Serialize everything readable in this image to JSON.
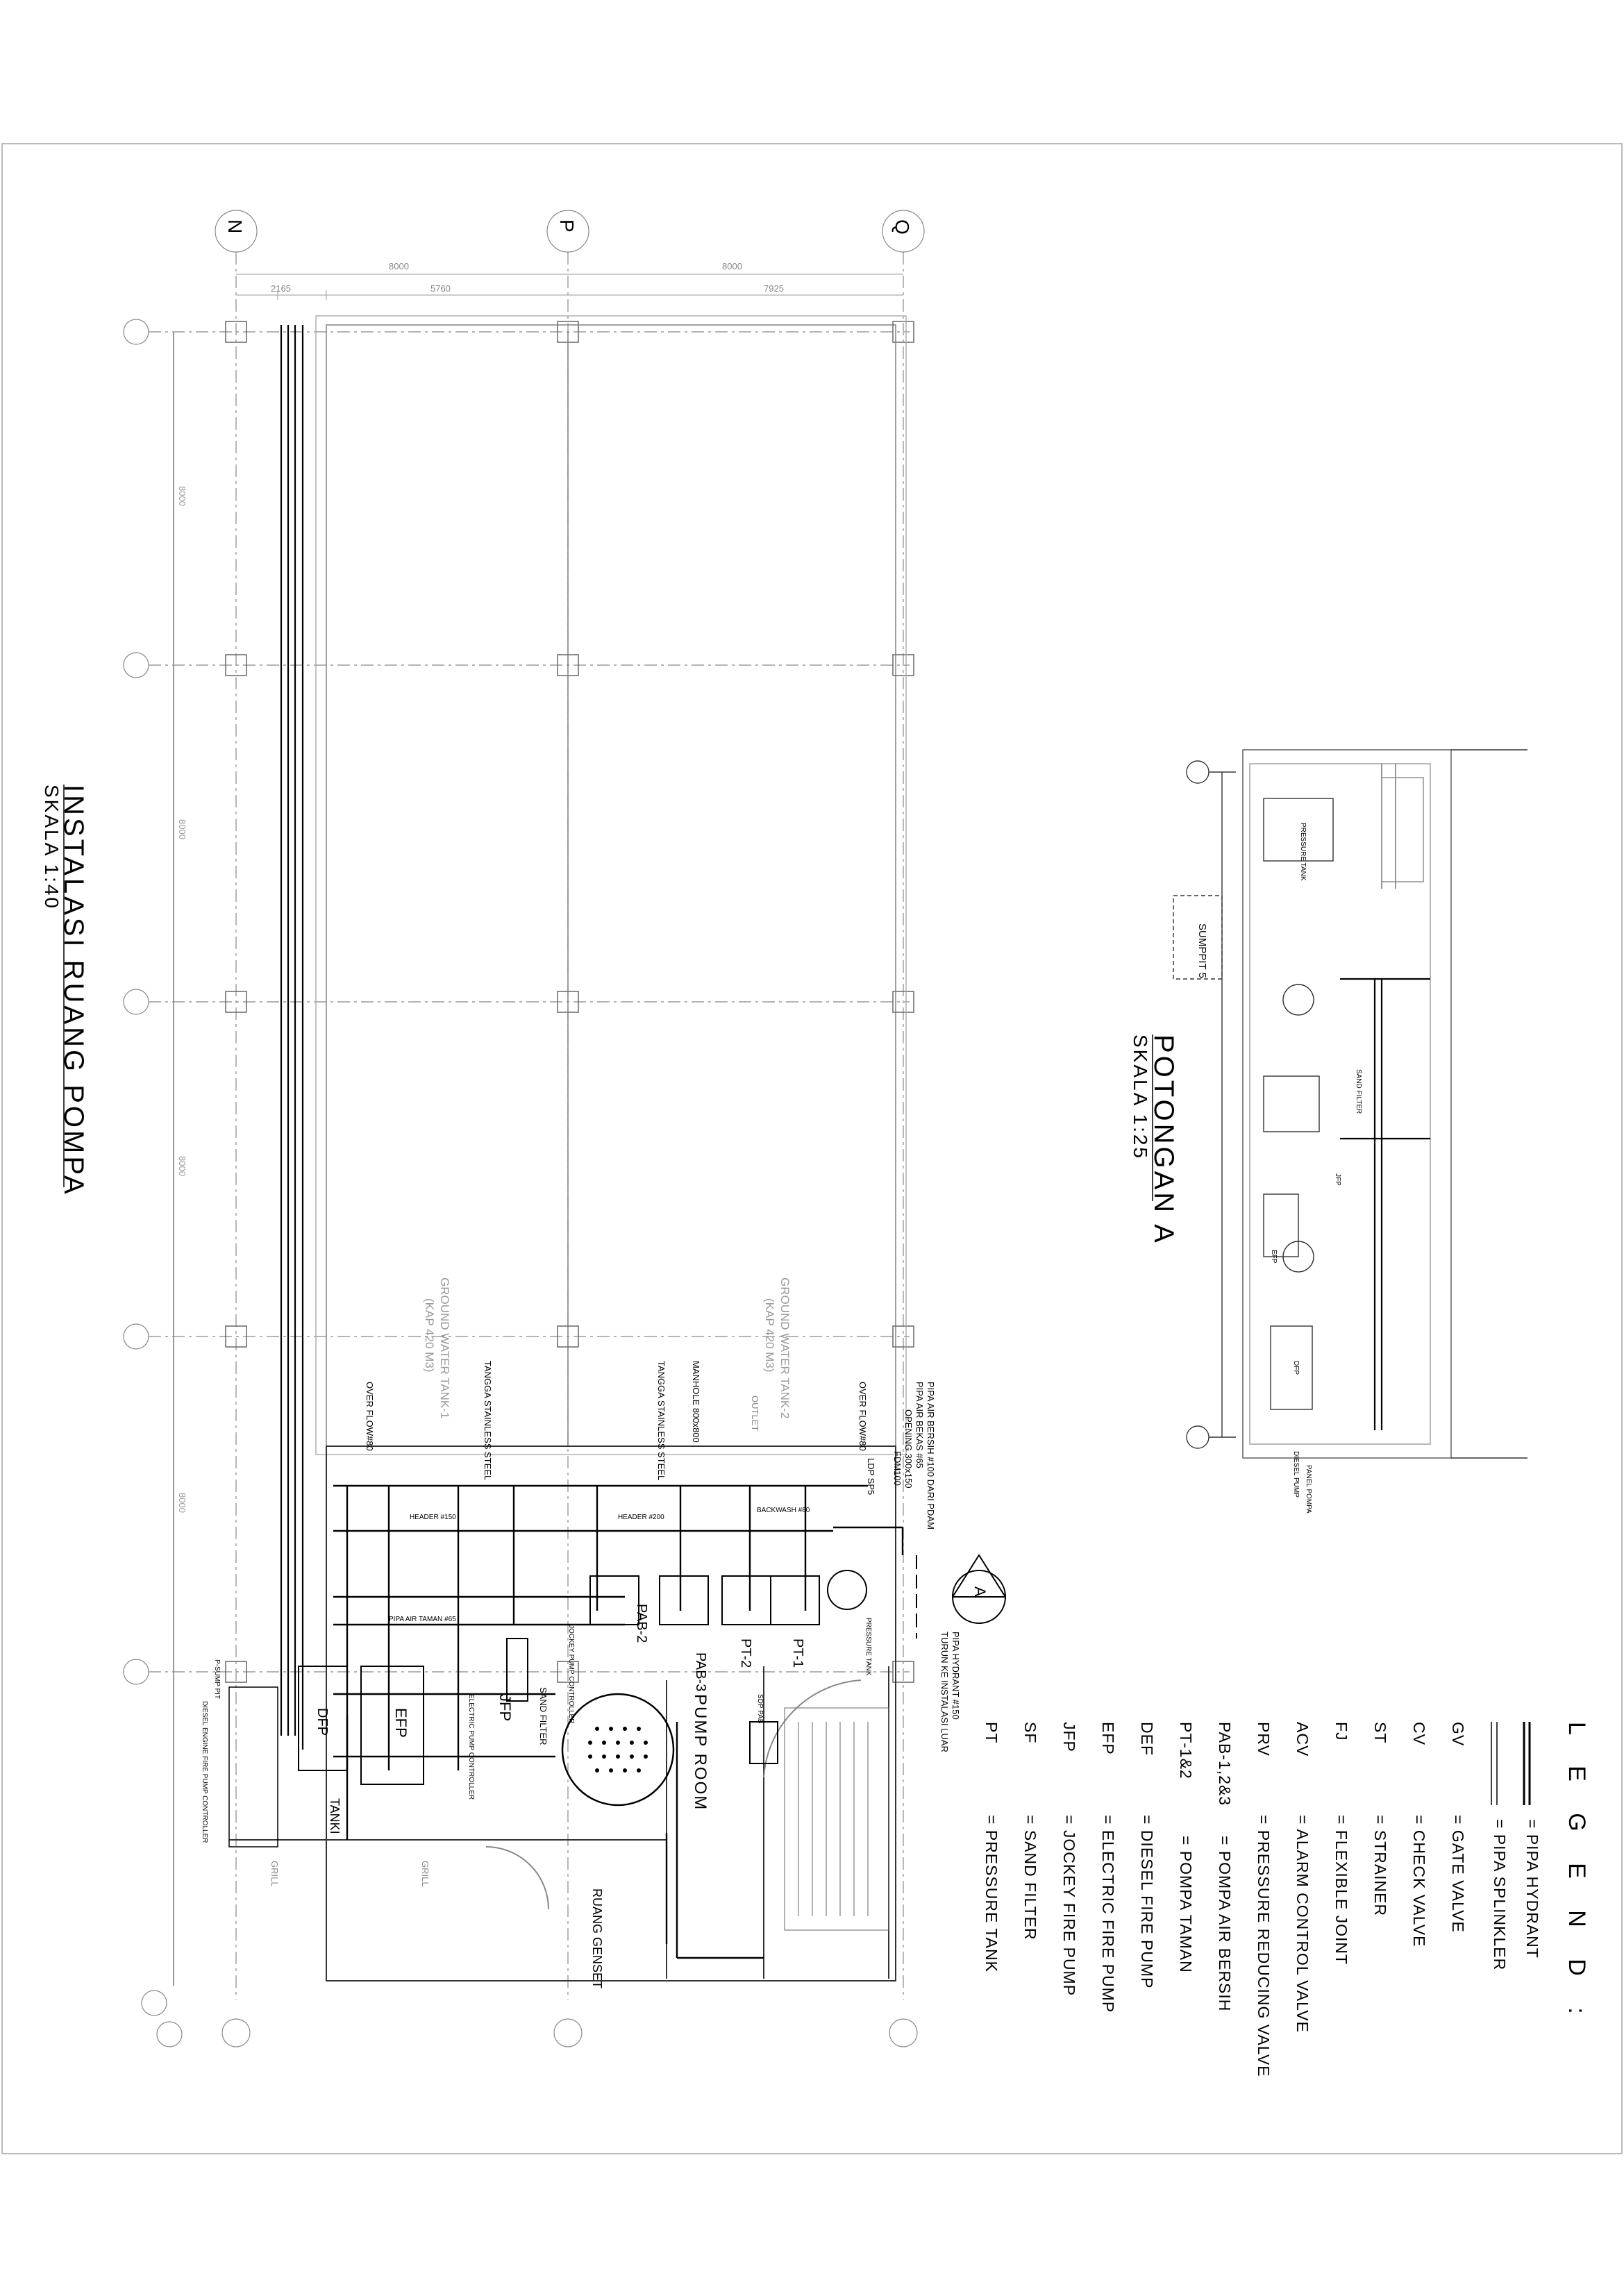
{
  "main_title": "INSTALASI RUANG POMPA",
  "main_scale": "SKALA 1:40",
  "section_title": "POTONGAN A",
  "section_scale": "SKALA 1:25",
  "grid": {
    "cols": [
      "N",
      "P",
      "Q"
    ],
    "dims_top": [
      "8000",
      "8000"
    ],
    "dims_sub": [
      "2165",
      "5760",
      "7925"
    ],
    "dims_side": [
      "8000",
      "8000",
      "8000",
      "8000"
    ]
  },
  "section_marker": "A",
  "legend": {
    "title": "L E G E N D :",
    "items": [
      {
        "sym": "",
        "text": "= PIPA HYDRANT"
      },
      {
        "sym": "",
        "text": "= PIPA SPLINKLER"
      },
      {
        "sym": "GV",
        "text": "= GATE VALVE"
      },
      {
        "sym": "CV",
        "text": "= CHECK VALVE"
      },
      {
        "sym": "ST",
        "text": "= STRAINER"
      },
      {
        "sym": "FJ",
        "text": "= FLEXIBLE JOINT"
      },
      {
        "sym": "ACV",
        "text": "= ALARM CONTROL VALVE"
      },
      {
        "sym": "PRV",
        "text": "= PRESSURE REDUCING VALVE"
      },
      {
        "sym": "PAB-1,2&3",
        "text": "= POMPA AIR BERSIH"
      },
      {
        "sym": "PT-1&2",
        "text": "= POMPA TAMAN"
      },
      {
        "sym": "DEF",
        "text": "= DIESEL FIRE PUMP"
      },
      {
        "sym": "EFP",
        "text": "= ELECTRIC FIRE PUMP"
      },
      {
        "sym": "JFP",
        "text": "= JOCKEY FIRE PUMP"
      },
      {
        "sym": "SF",
        "text": "= SAND FILTER"
      },
      {
        "sym": "PT",
        "text": "= PRESSURE TANK"
      }
    ]
  },
  "plan_labels": {
    "gwt1": "GROUND WATER TANK-1",
    "gwt1_cap": "(KAP 420 M3)",
    "gwt2": "GROUND WATER TANK-2",
    "gwt2_cap": "(KAP 420 M3)",
    "ladder1": "TANGGA STAINLESS STEEL",
    "ladder2": "TANGGA STAINLESS STEEL",
    "manhole": "MANHOLE 800x800",
    "overflow": "OVER FLOW#80",
    "overflow2": "OVER FLOW#80",
    "outlet": "OUTLET",
    "pipa_air_bersih": "PIPA AIR BERSIH #100 DARI PDAM",
    "pipa_air_bekas": "PIPA AIR BEKAS #65",
    "opening": "OPENING 300x150",
    "fdm": "FDM100",
    "ldp": "LDP SP5",
    "pipa_hydrant": "PIPA HYDRANT #150",
    "turun": "TURUN KE INSTALASI LUAR",
    "pump_room": "PUMP ROOM",
    "ruang_genset": "RUANG GENSET",
    "pab2": "PAB-2",
    "pab3": "PAB-3",
    "pt1": "PT-1",
    "pt2": "PT-2",
    "efp": "EFP",
    "jfp": "JFP",
    "dfp": "DFP",
    "tanki": "TANKI",
    "sand_filter": "SAND FILTER",
    "grill1": "GRILL",
    "grill2": "GRILL",
    "sump": "P-SUMP PIT",
    "diesel_ctrl": "DIESEL ENGINE FIRE PUMP CONTROLLER",
    "elec_ctrl": "ELECTRIC PUMP CONTROLLER",
    "jockey_ctrl": "JOCKEY PUMP CONTROLLER",
    "header150": "HEADER #150",
    "header200": "HEADER #200",
    "backwash": "BACKWASH #80",
    "pipa_air_taman": "PIPA AIR TAMAN #65",
    "sdp": "SDP PAB",
    "pressure_tank": "PRESSURE TANK"
  },
  "section_labels": {
    "pressure_tank": "PRESSURE TANK",
    "sumppit": "SUMPPIT 5",
    "sand_filter": "SAND FILTER",
    "jfp": "JFP",
    "efp": "EFP",
    "dfp": "DFP",
    "panel": "PANEL POMPA",
    "diesel": "DIESEL PUMP"
  }
}
